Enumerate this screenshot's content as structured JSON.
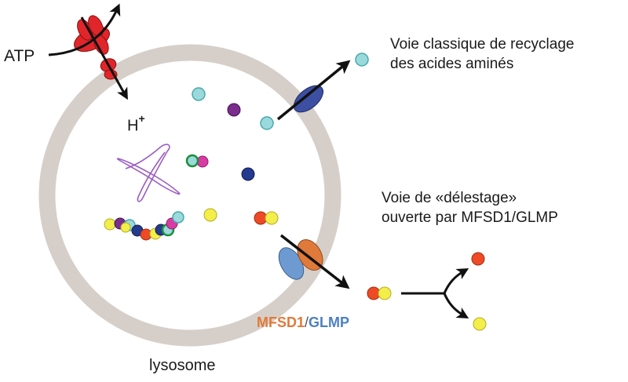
{
  "labels": {
    "atp": "ATP",
    "h": "H",
    "h_charge": "+",
    "classic_line1": "Voie classique de recyclage",
    "classic_line2": "des acides aminés",
    "delestage_line1": "Voie de «délestage»",
    "delestage_line2": "ouverte par MFSD1/GLMP",
    "transporter_mfsd1": "MFSD1",
    "transporter_sep": "/",
    "transporter_glmp": "GLMP",
    "organelle": "lysosome"
  },
  "colors": {
    "membrane": "#d6cfc9",
    "atpase": "#e0262b",
    "classic_transporter": "#3c4fa3",
    "mfsd1": "#e07a3a",
    "glmp": "#6d9bd1",
    "amino_cyan": "#9ad9dc",
    "amino_purple": "#7b2d8e",
    "amino_navy": "#243a8f",
    "amino_yellow": "#f4ee4a",
    "amino_red": "#ee4a25",
    "amino_magenta": "#d93aa4",
    "amino_green_outline": "#1a8f3c",
    "protein_outline": "#9b5cc3",
    "arrow": "#111111"
  }
}
